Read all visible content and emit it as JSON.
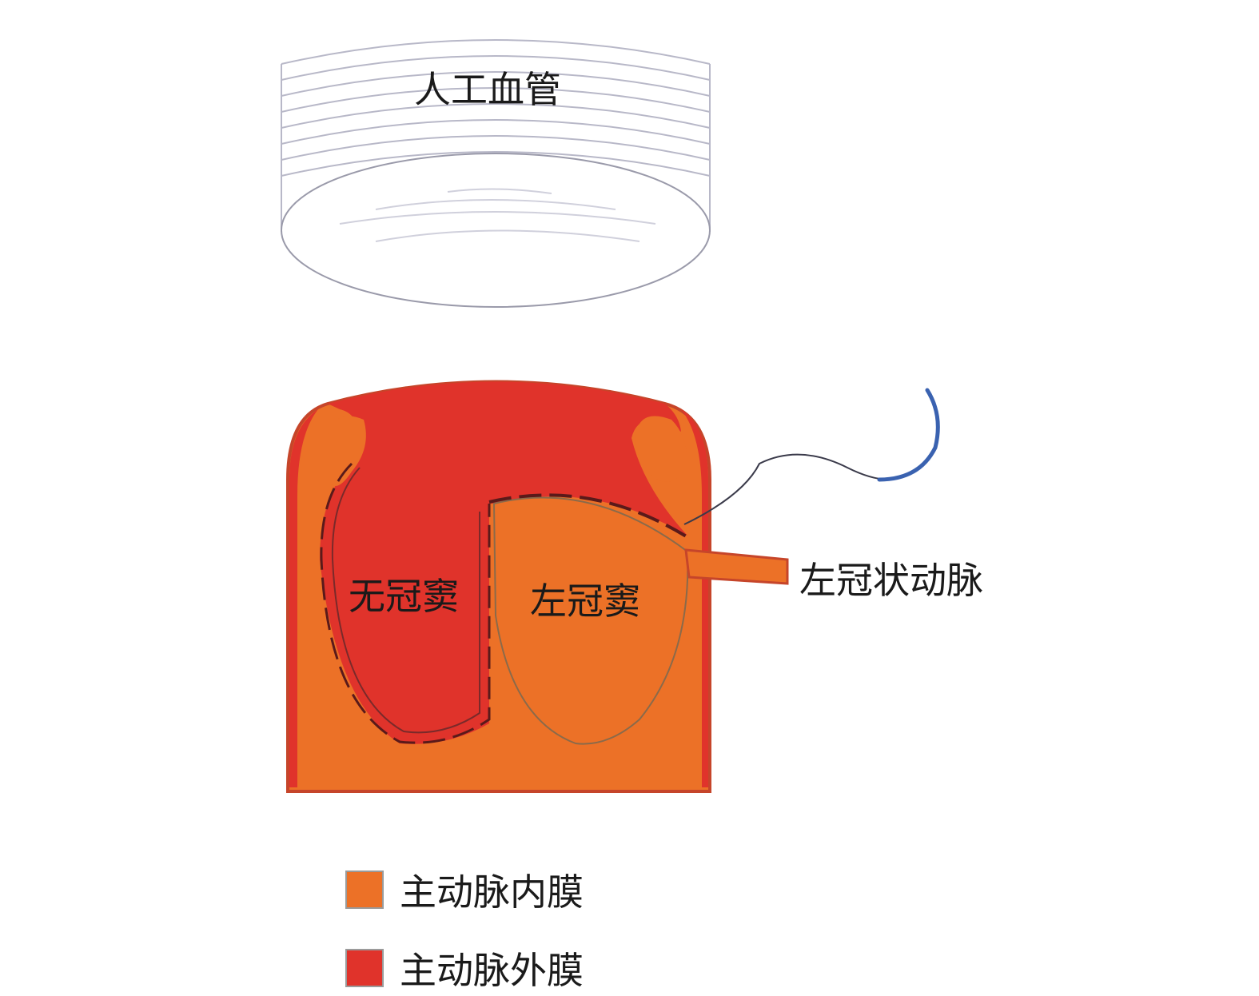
{
  "labels": {
    "graft": "人工血管",
    "non_coronary_sinus": "无冠窦",
    "left_coronary_sinus": "左冠窦",
    "left_coronary_artery": "左冠状动脉"
  },
  "legend": [
    {
      "label": "主动脉内膜",
      "color": "#ec7127"
    },
    {
      "label": "主动脉外膜",
      "color": "#e0332b"
    }
  ],
  "colors": {
    "intima": "#ec7127",
    "adventitia": "#e0332b",
    "suture_needle": "#3a62b0",
    "graft_line": "#b8b8c8"
  }
}
